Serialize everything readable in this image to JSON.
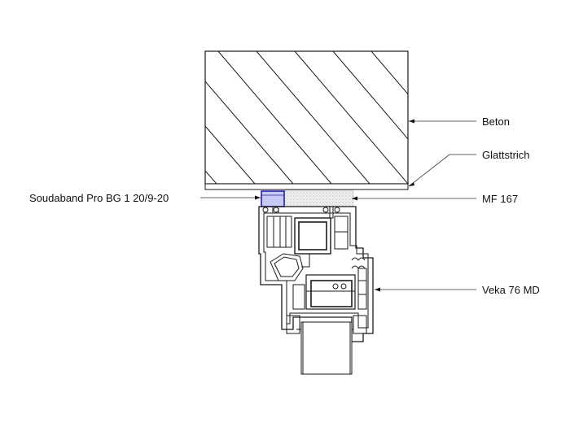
{
  "labels": {
    "beton": "Beton",
    "glattstrich": "Glattstrich",
    "soudaband": "Soudaband Pro BG 1 20/9-20",
    "mf167": "MF 167",
    "veka": "Veka 76 MD"
  },
  "colors": {
    "line": "#1a1a1a",
    "tape_fill": "#c9c9f5",
    "tape_stroke": "#2222aa",
    "foam_fill": "#e6e6e6"
  }
}
